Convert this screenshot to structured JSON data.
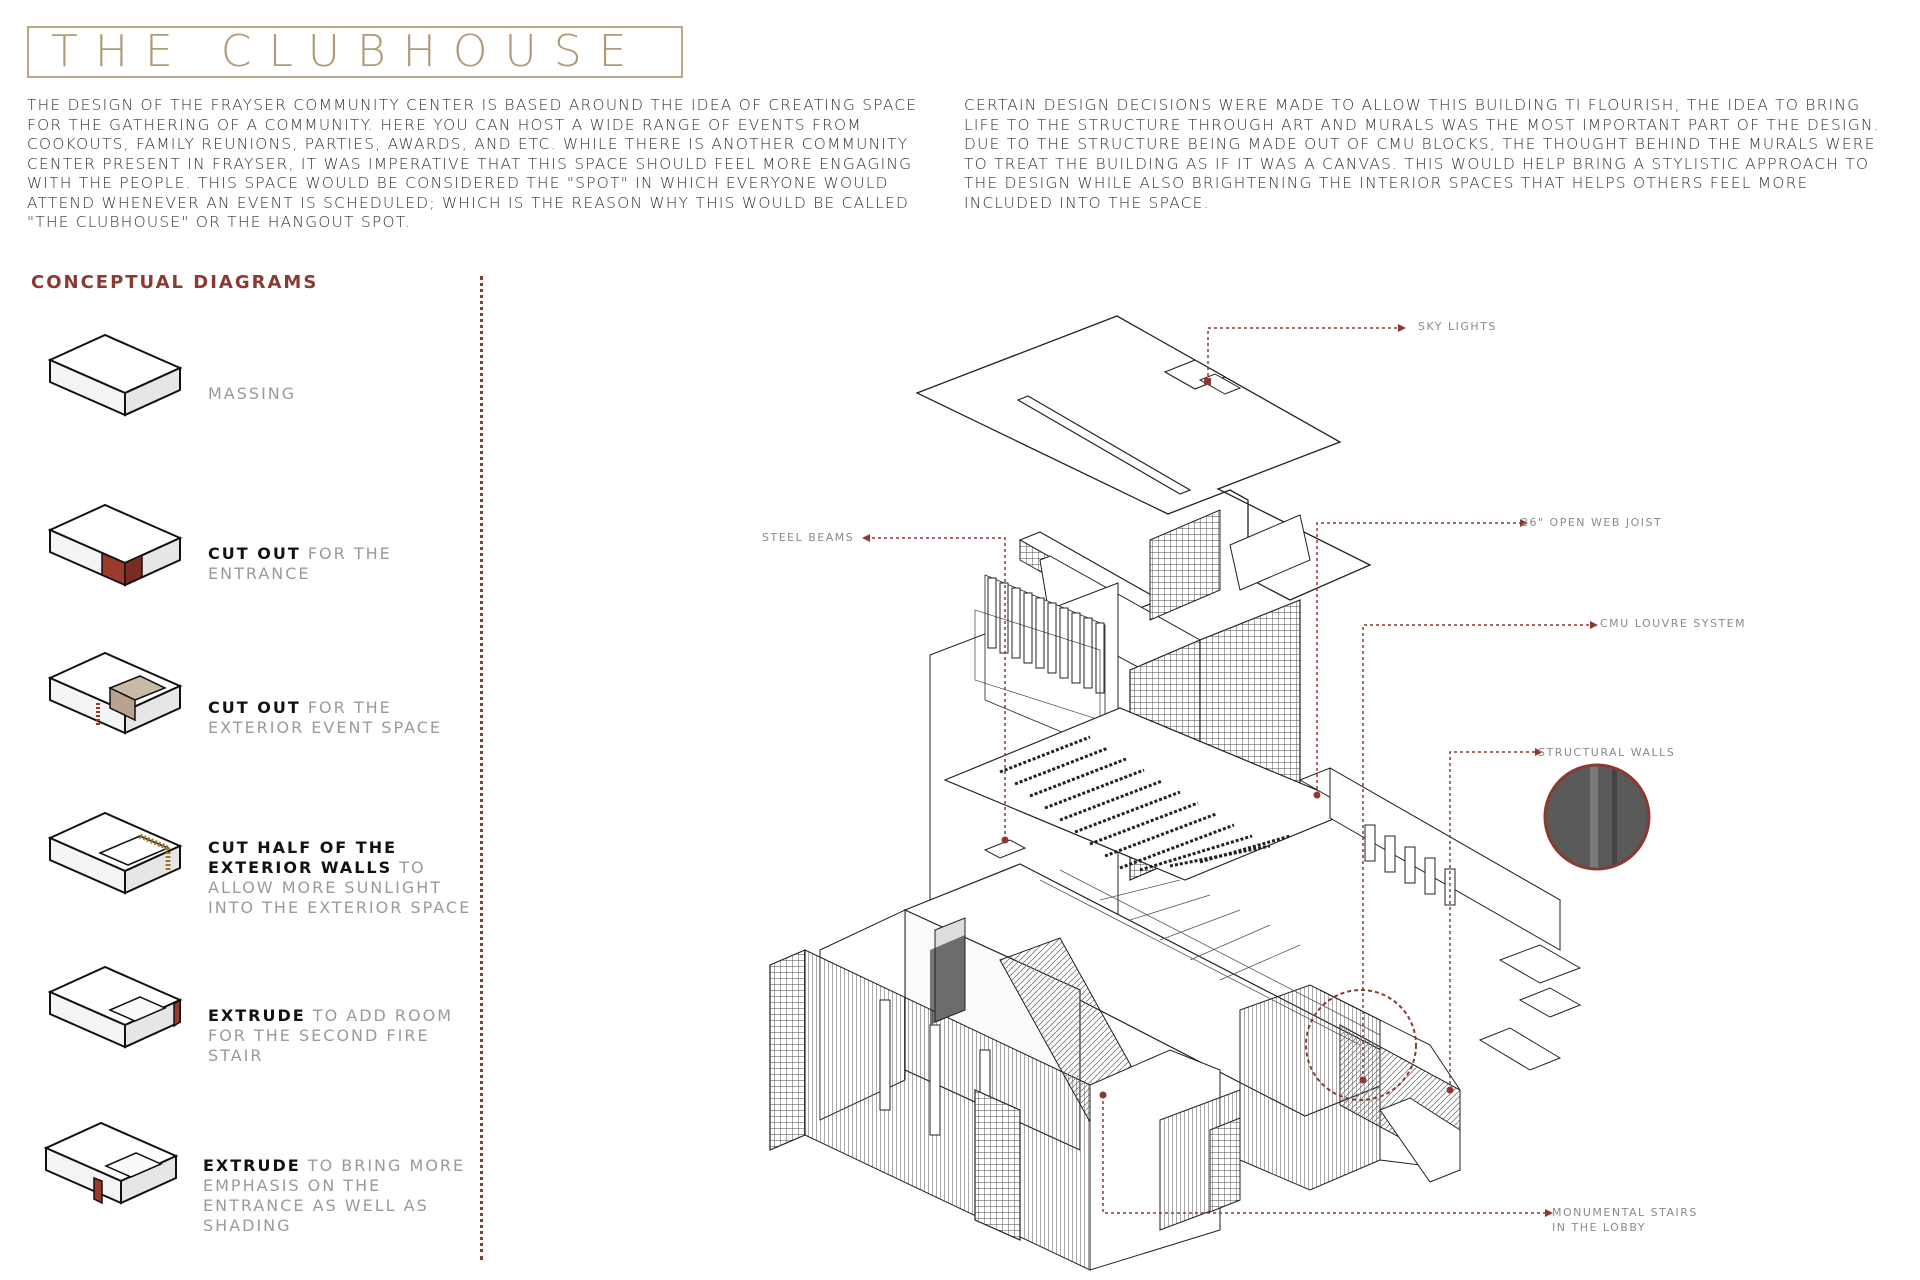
{
  "title": "THE CLUBHOUSE",
  "intro_left": "The design of the Frayser Community Center is based around the idea of creating space for the gathering of a community. Here you can host a wide range of events from cookouts, family reunions, parties, awards, and etc. While there is another community center present in Frayser, it was imperative that this space should feel more engaging with the people. This space would be considered the \"spot\" in which everyone would attend whenever an event is scheduled; which is the reason why this would be called \"The Clubhouse\" or the hangout spot.",
  "intro_right": "Certain design decisions were made to allow this building ti flourish, the idea to bring life to the structure through art and murals was the most important part of the design. Due to the structure being made out of CMU blocks, the thought behind the murals were to treat the building as if it was a canvas. This would help bring a stylistic approach to the design while also brightening the interior spaces that helps others feel more included into the space.",
  "conceptual": {
    "heading": "CONCEPTUAL DIAGRAMS",
    "items": [
      {
        "bold": "",
        "rest": "MASSING"
      },
      {
        "bold": "CUT OUT",
        "rest": " FOR THE ENTRANCE"
      },
      {
        "bold": "CUT OUT",
        "rest": " FOR THE EXTERIOR EVENT SPACE"
      },
      {
        "bold": "CUT HALF OF THE EXTERIOR WALLS",
        "rest": " TO ALLOW MORE SUNLIGHT INTO THE EXTERIOR SPACE"
      },
      {
        "bold": "EXTRUDE",
        "rest": " TO ADD ROOM FOR THE SECOND FIRE STAIR"
      },
      {
        "bold": "EXTRUDE",
        "rest": " TO BRING MORE EMPHASIS ON THE ENTRANCE AS WELL AS SHADING"
      }
    ]
  },
  "callouts": {
    "sky_lights": "SKY LIGHTS",
    "steel_beams": "STEEL BEAMS",
    "open_web_joist": "26\" OPEN WEB JOIST",
    "cmu_louvre": "CMU LOUVRE SYSTEM",
    "structural_walls": "STRUCTURAL WALLS",
    "monumental_stairs_1": "MONUMENTAL STAIRS",
    "monumental_stairs_2": "IN THE LOBBY"
  },
  "colors": {
    "accent": "#8a3a30",
    "title": "#b09a78",
    "brick": "#9a3a2a"
  }
}
